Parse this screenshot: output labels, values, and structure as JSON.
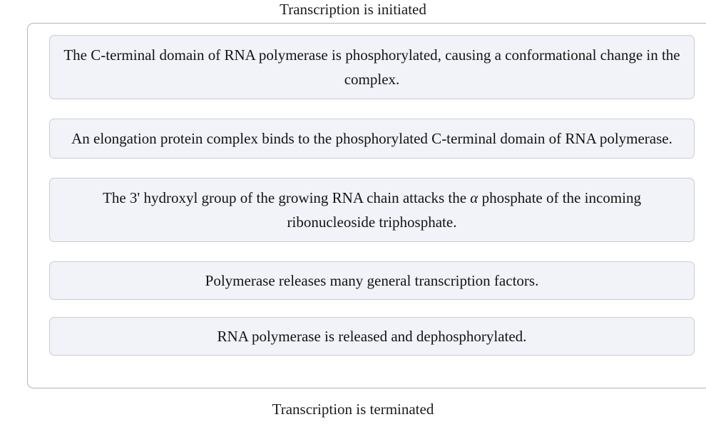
{
  "widget": {
    "top_label": "Transcription is initiated",
    "bottom_label": "Transcription is terminated",
    "accent_color": "#f1f3f8",
    "border_color": "#c9ccd4",
    "container_border_color": "#b4b4b4",
    "text_color": "#131313"
  },
  "items": [
    {
      "id": "item-1",
      "text": "The C-terminal domain of RNA polymerase is phosphorylated, causing a conformational change in the complex.",
      "lines": 2
    },
    {
      "id": "item-2",
      "text": "An elongation protein complex binds to the phosphorylated C-terminal domain of RNA polymerase.",
      "lines": 2
    },
    {
      "id": "item-3",
      "text": "The 3' hydroxyl group of the growing RNA chain attacks the α phosphate of the incoming ribonucleoside triphosphate.",
      "lines": 2
    },
    {
      "id": "item-4",
      "text": "Polymerase releases many general transcription factors.",
      "lines": 1
    },
    {
      "id": "item-5",
      "text": "RNA polymerase is released and dephosphorylated.",
      "lines": 1
    }
  ]
}
